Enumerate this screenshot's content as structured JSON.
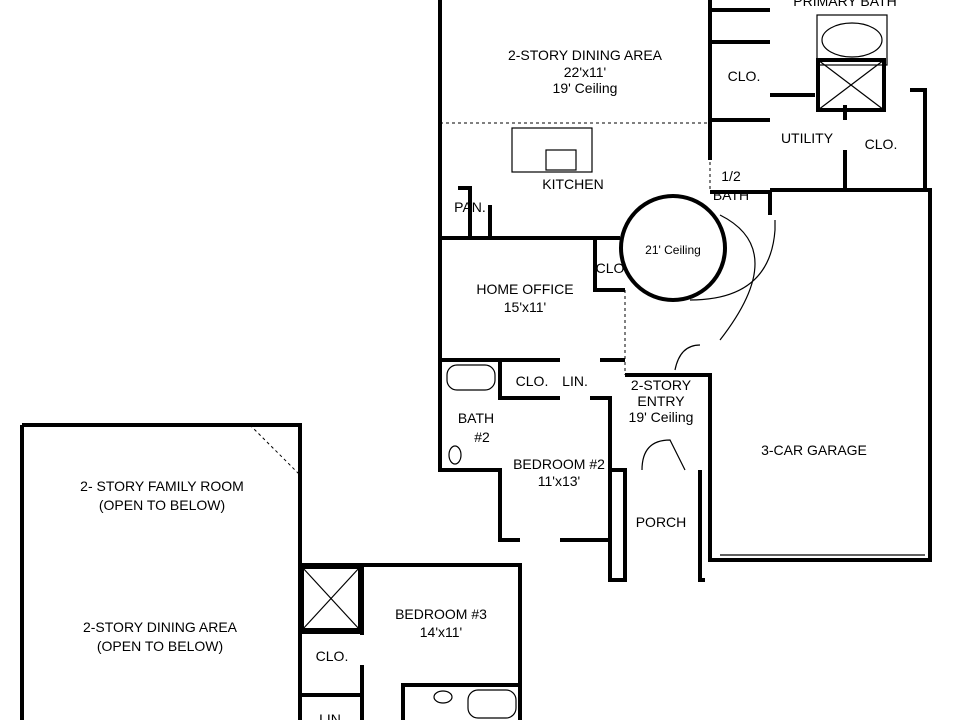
{
  "rooms": {
    "primary_bath": {
      "name": "PRIMARY BATH"
    },
    "dining_upper": {
      "name": "2-STORY DINING AREA",
      "size": "22'x11'",
      "ceiling": "19' Ceiling"
    },
    "primary_closet": {
      "name": "CLO."
    },
    "utility": {
      "name": "UTILITY"
    },
    "utility_closet": {
      "name": "CLO."
    },
    "kitchen": {
      "name": "KITCHEN"
    },
    "half_bath": {
      "line1": "1/2",
      "line2": "BATH"
    },
    "pantry": {
      "name": "PAN."
    },
    "stair": {
      "ceiling": "21' Ceiling"
    },
    "office_closet": {
      "name": "CLO."
    },
    "home_office": {
      "name": "HOME OFFICE",
      "size": "15'x11'"
    },
    "bed2_closet": {
      "name": "CLO."
    },
    "linen": {
      "name": "LIN."
    },
    "entry": {
      "line1": "2-STORY",
      "line2": "ENTRY",
      "ceiling": "19' Ceiling"
    },
    "bath2": {
      "line1": "BATH",
      "line2": "#2"
    },
    "bedroom2": {
      "name": "BEDROOM #2",
      "size": "11'x13'"
    },
    "garage": {
      "name": "3-CAR GARAGE"
    },
    "family_room": {
      "line1": "2- STORY FAMILY ROOM",
      "line2": "(OPEN TO BELOW)"
    },
    "porch": {
      "name": "PORCH"
    },
    "dining_lower": {
      "line1": "2-STORY DINING AREA",
      "line2": "(OPEN TO BELOW)"
    },
    "bedroom3": {
      "name": "BEDROOM #3",
      "size": "14'x11'"
    },
    "bed3_closet": {
      "name": "CLO."
    },
    "bed3_linen": {
      "name": "LIN"
    }
  }
}
